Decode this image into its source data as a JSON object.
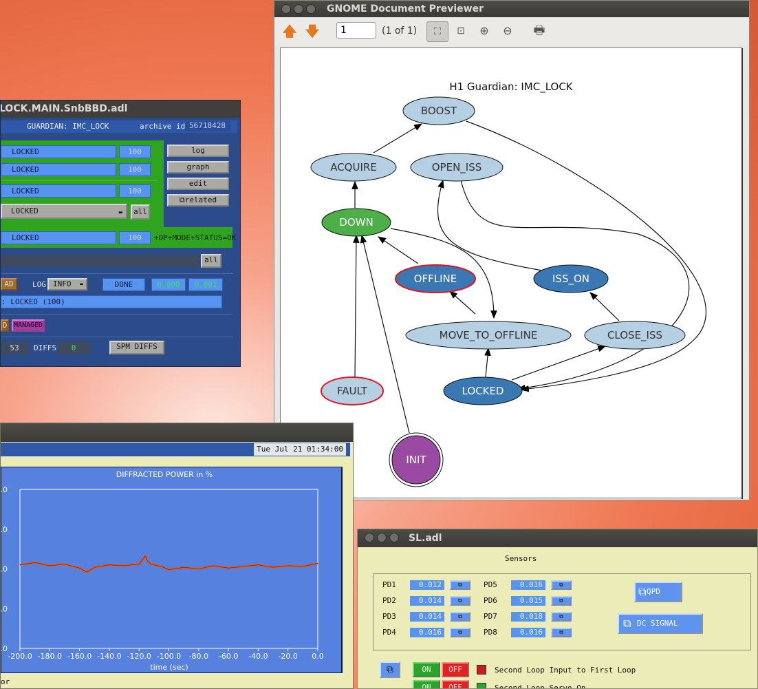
{
  "guardian_window": {
    "title": "LOCK.MAIN.SnbBBD.adl",
    "guardian_label": "GUARDIAN: IMC_LOCK",
    "archive_label": "archive id:",
    "archive_id": "56718428",
    "rows": [
      {
        "state": "LOCKED",
        "value": "100"
      },
      {
        "state": "LOCKED",
        "value": "100"
      },
      {
        "state": "LOCKED",
        "value": "100"
      },
      {
        "state": "LOCKED"
      },
      {
        "state": "LOCKED",
        "value": "100"
      }
    ],
    "side_buttons": [
      "log",
      "graph",
      "edit",
      "related"
    ],
    "all_label": "all",
    "status_text": "+OP+MODE+STATUS=OK",
    "load_label": "AD",
    "log_label": "LOG",
    "log_level": "INFO",
    "done_label": "DONE",
    "time_values": [
      "0.000",
      "0.001"
    ],
    "state_summary": ": LOCKED (100)",
    "mode_left": "D",
    "mode_managed": "MANAGED",
    "count_value": "53",
    "diffs_label": "DIFFS",
    "diffs_value": "0",
    "spm_diffs_label": "SPM DIFFS"
  },
  "previewer": {
    "title": "GNOME Document Previewer",
    "page_input": "1",
    "page_count": "(1 of 1)",
    "graph": {
      "title": "H1 Guardian: IMC_LOCK",
      "nodes": {
        "boost": "BOOST",
        "acquire": "ACQUIRE",
        "open_iss": "OPEN_ISS",
        "down": "DOWN",
        "offline": "OFFLINE",
        "iss_on": "ISS_ON",
        "move_to_offline": "MOVE_TO_OFFLINE",
        "close_iss": "CLOSE_ISS",
        "fault": "FAULT",
        "locked": "LOCKED",
        "init": "INIT"
      },
      "colors": {
        "light": "#b5cfe3",
        "dark": "#3a78b3",
        "down": "#4caf47",
        "init": "#9b4aa3",
        "fault_border": "#e4151c"
      }
    }
  },
  "chart_window": {
    "timestamp": "Tue Jul 21 01:34:00",
    "chart_data": {
      "type": "line",
      "title": "DIFFRACTED POWER in %",
      "xlabel": "time (sec)",
      "xlim": [
        -200,
        0
      ],
      "x_ticks": [
        "-200.0",
        "-180.0",
        "-160.0",
        "-140.0",
        "-120.0",
        "-100.0",
        "-80.0",
        "-60.0",
        "-40.0",
        "-20.0",
        "0.0"
      ],
      "y_tick_labels": [
        ".0",
        ".0",
        ".0",
        ".0",
        ".0"
      ],
      "series_color": "#e05a1a",
      "series_x": [
        -200,
        -190,
        -180,
        -170,
        -160,
        -155,
        -150,
        -140,
        -130,
        -120,
        -116,
        -114,
        -112,
        -105,
        -100,
        -90,
        -80,
        -70,
        -60,
        -50,
        -40,
        -30,
        -20,
        -10,
        -5,
        0
      ],
      "series_y": [
        0.5,
        0.8,
        0.4,
        0.6,
        0.1,
        -0.4,
        0.2,
        0.5,
        0.4,
        0.6,
        1.6,
        0.9,
        0.6,
        0.3,
        -0.1,
        0.2,
        0.0,
        0.4,
        0.1,
        0.3,
        0.5,
        0.2,
        0.4,
        0.3,
        0.5,
        0.7
      ],
      "ylim": [
        -10,
        10
      ]
    },
    "footer_label": "or"
  },
  "sl_window": {
    "title": "SL.adl",
    "section": "Sensors",
    "sensors": [
      {
        "name": "PD1",
        "value": "0.012"
      },
      {
        "name": "PD2",
        "value": "0.014"
      },
      {
        "name": "PD3",
        "value": "0.014"
      },
      {
        "name": "PD4",
        "value": "0.016"
      },
      {
        "name": "PD5",
        "value": "0.016"
      },
      {
        "name": "PD6",
        "value": "0.015"
      },
      {
        "name": "PD7",
        "value": "0.018"
      },
      {
        "name": "PD8",
        "value": "0.016"
      }
    ],
    "qpd_label": "QPD",
    "dc_signal_label": "DC SIGNAL",
    "on_label": "ON",
    "off_label": "OFF",
    "loop1_label": "Second Loop Input to First Loop",
    "loop2_label": "Second Loop Servo On",
    "loop1_color": "#cc1a1a",
    "loop2_color": "#2aa52a"
  }
}
